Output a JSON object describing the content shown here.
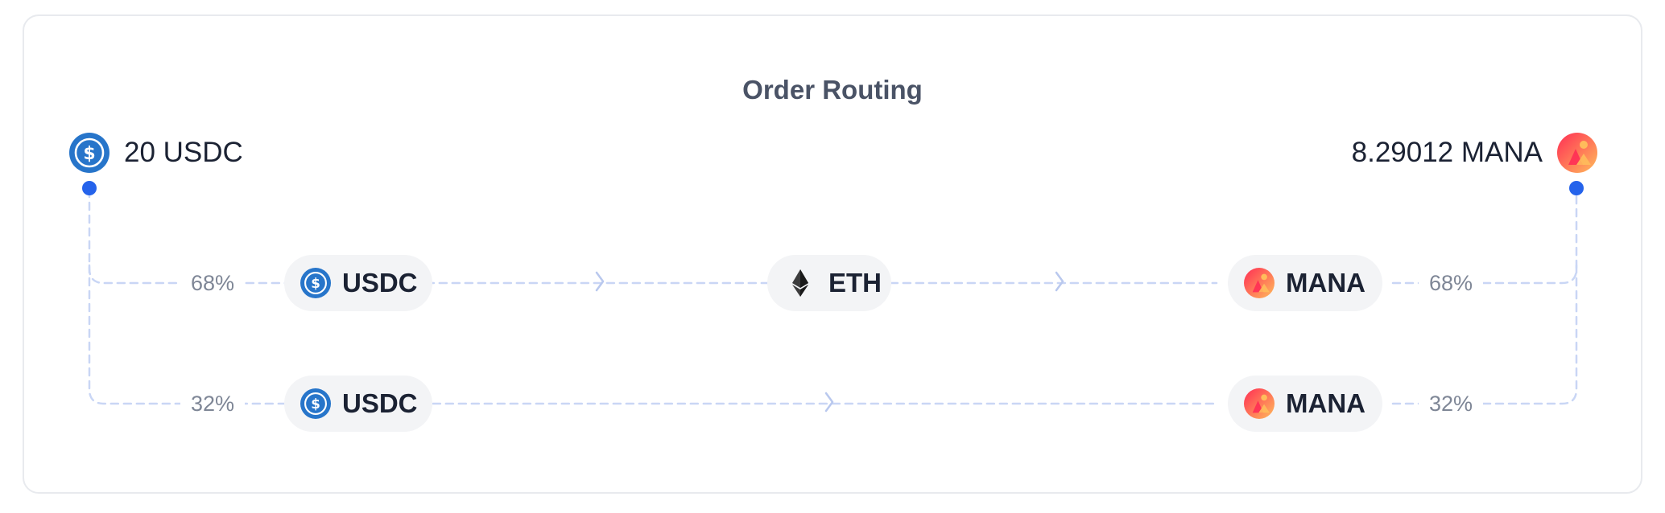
{
  "title": "Order Routing",
  "source": {
    "amount_label": "20 USDC",
    "icon": "usdc-icon"
  },
  "destination": {
    "amount_label": "8.29012 MANA",
    "icon": "mana-icon"
  },
  "routes": [
    {
      "share_in": "68%",
      "share_out": "68%",
      "hops": [
        {
          "label": "USDC",
          "icon": "usdc-icon"
        },
        {
          "label": "ETH",
          "icon": "eth-icon"
        },
        {
          "label": "MANA",
          "icon": "mana-icon"
        }
      ]
    },
    {
      "share_in": "32%",
      "share_out": "32%",
      "hops": [
        {
          "label": "USDC",
          "icon": "usdc-icon"
        },
        {
          "label": "MANA",
          "icon": "mana-icon"
        }
      ]
    }
  ],
  "colors": {
    "usdc": "#2775ca",
    "mana_start": "#ff2d55",
    "mana_end": "#ffbc5b",
    "line": "#c9d6f5",
    "endpoint_dot": "#2563eb",
    "pill_bg": "#f3f4f6"
  }
}
